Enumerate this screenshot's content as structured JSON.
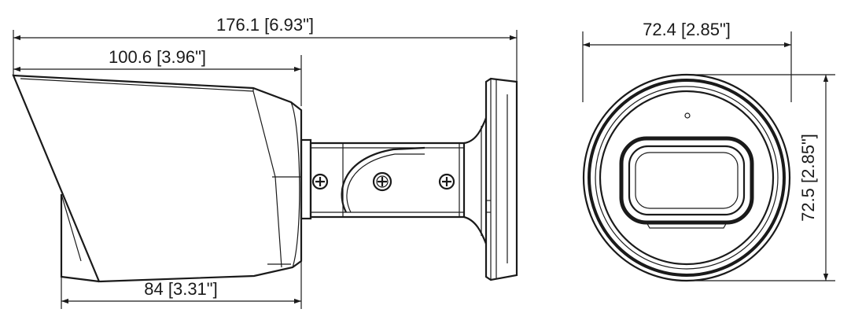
{
  "dimensions": {
    "overall_length": "176.1 [6.93\"]",
    "housing_length": "100.6 [3.96\"]",
    "bottom_length": "84 [3.31\"]",
    "front_width": "72.4 [2.85\"]",
    "front_height": "72.5 [2.85\"]"
  }
}
